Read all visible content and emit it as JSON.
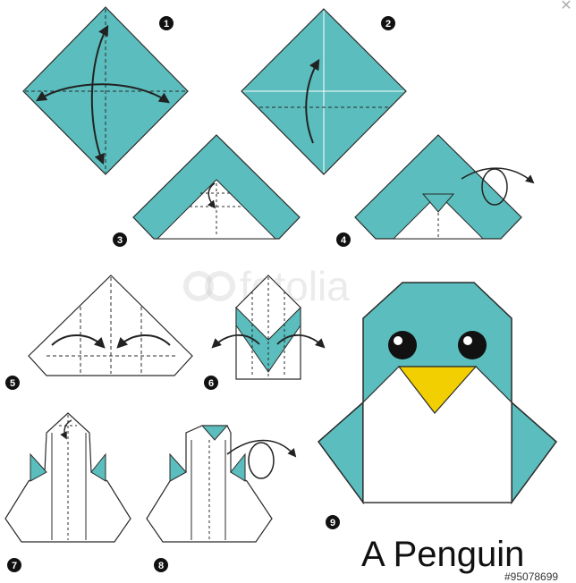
{
  "title": "A Penguin",
  "stock_id": "#95078699",
  "watermark": "fotolia",
  "steps": [
    {
      "number": "1"
    },
    {
      "number": "2"
    },
    {
      "number": "3"
    },
    {
      "number": "4"
    },
    {
      "number": "5"
    },
    {
      "number": "6"
    },
    {
      "number": "7"
    },
    {
      "number": "8"
    },
    {
      "number": "9"
    }
  ],
  "colors": {
    "paper_colored": "#5bbdbd",
    "paper_white": "#ffffff",
    "outline": "#2b2b2b",
    "beak": "#f2cf00",
    "badge": "#111111"
  }
}
